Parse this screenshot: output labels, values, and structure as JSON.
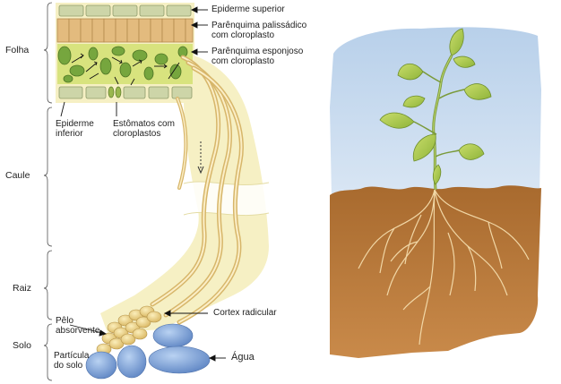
{
  "labels": {
    "epiderme_superior": "Epiderme superior",
    "palissadico_1": "Parênquima palissádico",
    "palissadico_2": "com cloroplasto",
    "esponjoso_1": "Parênquima esponjoso",
    "esponjoso_2": "com cloroplasto",
    "epiderme_inferior_1": "Epiderme",
    "epiderme_inferior_2": "inferior",
    "estomatos_1": "Estômatos com",
    "estomatos_2": "cloroplastos",
    "cortex": "Cortex radicular",
    "pelo_1": "Pêlo",
    "pelo_2": "absorvente",
    "agua": "Água",
    "particula_1": "Partícula",
    "particula_2": "do solo"
  },
  "sections": {
    "folha": "Folha",
    "caule": "Caule",
    "raiz": "Raiz",
    "solo": "Solo"
  },
  "colors": {
    "pale_yellow": "#f5efc0",
    "palisade": "#e2b87a",
    "spongy_bg": "#d6e27a",
    "chloroplast": "#74a33c",
    "epidermis_cell": "#ccd4a8",
    "water": "#7fa6d8",
    "root_hair": "#efd48a",
    "sky": "#c9dcf0",
    "soil": "#b27538",
    "leaf": "#a6c948",
    "root_line": "#f0d2a0"
  }
}
